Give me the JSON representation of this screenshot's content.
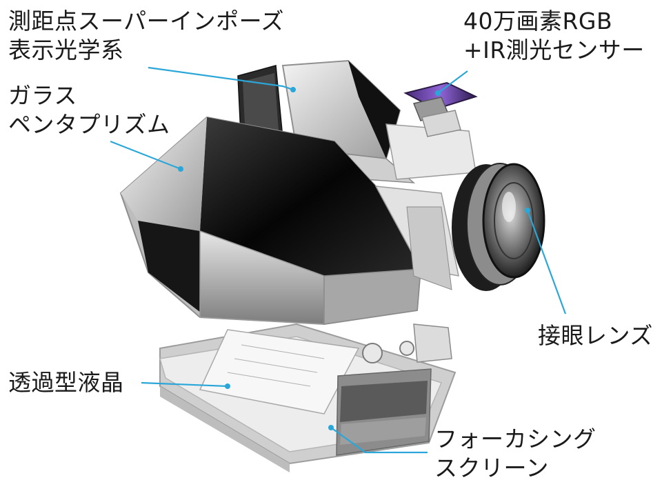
{
  "labels": {
    "af_superimpose": {
      "line1": "測距点スーパーインポーズ",
      "line2": "表示光学系"
    },
    "rgb_sensor": {
      "line1": "40万画素RGB",
      "line2": "+IR測光センサー"
    },
    "pentaprism": {
      "line1": "ガラス",
      "line2": "ペンタプリズム"
    },
    "eyepiece": {
      "line1": "接眼レンズ"
    },
    "lcd": {
      "line1": "透過型液晶"
    },
    "focusing_screen": {
      "line1": "フォーカシング",
      "line2": "スクリーン"
    }
  },
  "colors": {
    "leader": "#2aa7d8",
    "text": "#1a1a1a",
    "dark_glass": "#0f0f0f",
    "light_glass": "#d9d9d9"
  }
}
